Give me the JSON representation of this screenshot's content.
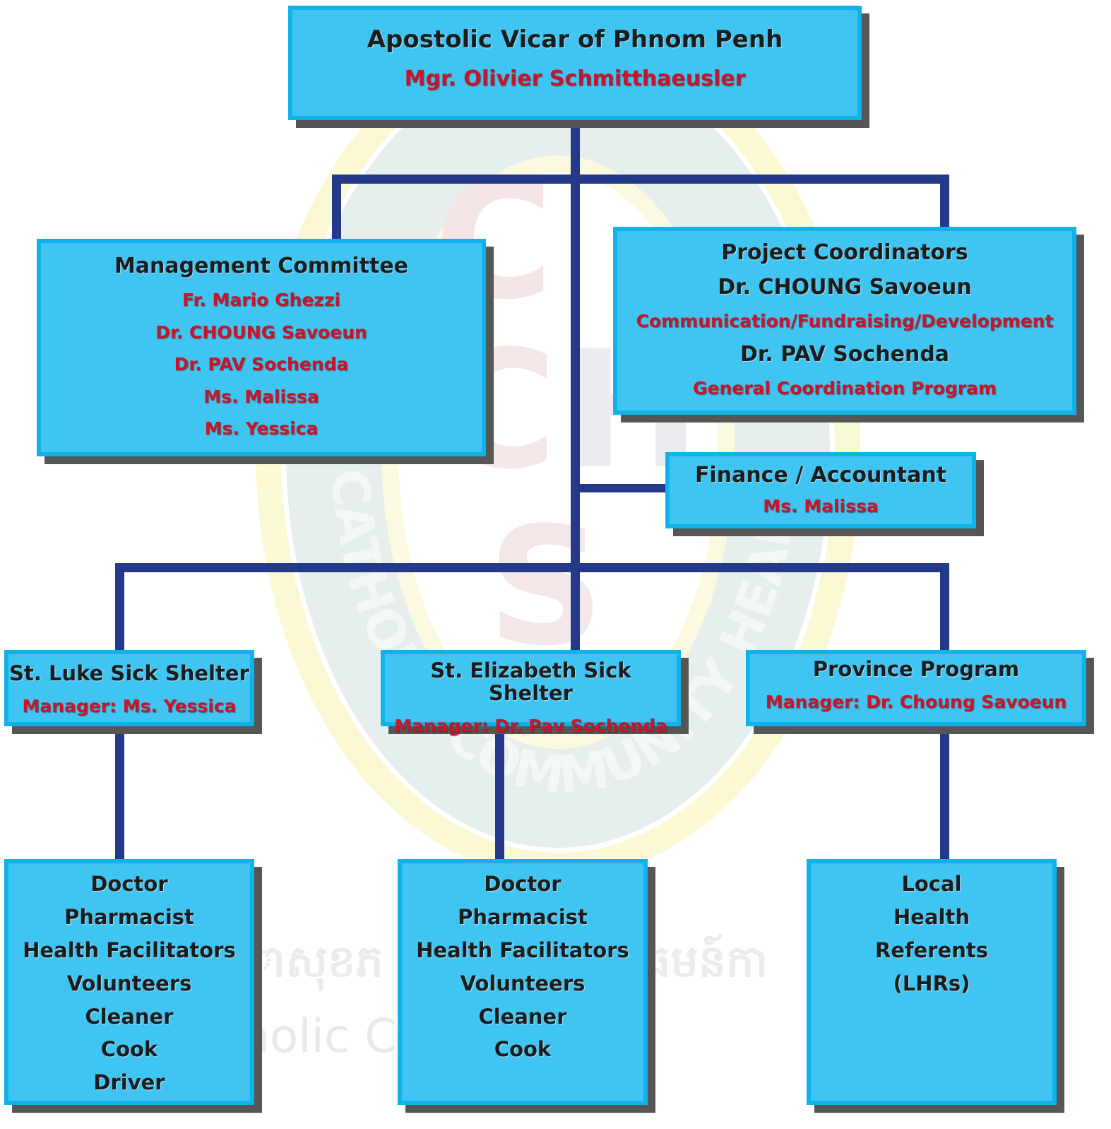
{
  "colors": {
    "box_fill": "#40c5f2",
    "box_border": "#10b2ea",
    "connector": "#25398a",
    "name_text": "#c8152a",
    "title_text": "#1c1c1c"
  },
  "watermark": {
    "ring_text": "CATHOLIC COMMUNITY HEALTH SERVICE",
    "sub_text": "holic Co              alth Serv",
    "khmer_left": "ាសុខភ",
    "khmer_right": "ធមន៍កា"
  },
  "top": {
    "title": "Apostolic Vicar of Phnom Penh",
    "name": "Mgr. Olivier Schmitthaeusler"
  },
  "management": {
    "title": "Management Committee",
    "members": [
      "Fr. Mario Ghezzi",
      "Dr. CHOUNG Savoeun",
      "Dr. PAV Sochenda",
      "Ms. Malissa",
      "Ms. Yessica"
    ]
  },
  "coordinators": {
    "title": "Project Coordinators",
    "person1": "Dr. CHOUNG Savoeun",
    "role1": "Communication/Fundraising/Development",
    "person2": "Dr. PAV Sochenda",
    "role2": "General Coordination Program"
  },
  "finance": {
    "title": "Finance / Accountant",
    "name": "Ms. Malissa"
  },
  "units": [
    {
      "title": "St. Luke Sick Shelter",
      "manager": "Manager: Ms. Yessica"
    },
    {
      "title": "St. Elizabeth Sick Shelter",
      "manager": "Manager: Dr. Pav Sochenda"
    },
    {
      "title": "Province Program",
      "manager": "Manager: Dr. Choung Savoeun"
    }
  ],
  "staff": [
    {
      "items": [
        "Doctor",
        "Pharmacist",
        "Health Facilitators",
        "Volunteers",
        "Cleaner",
        "Cook",
        "Driver"
      ]
    },
    {
      "items": [
        "Doctor",
        "Pharmacist",
        "Health Facilitators",
        "Volunteers",
        "Cleaner",
        "Cook"
      ]
    },
    {
      "items": [
        "Local",
        "Health",
        "Referents",
        "(LHRs)"
      ]
    }
  ]
}
